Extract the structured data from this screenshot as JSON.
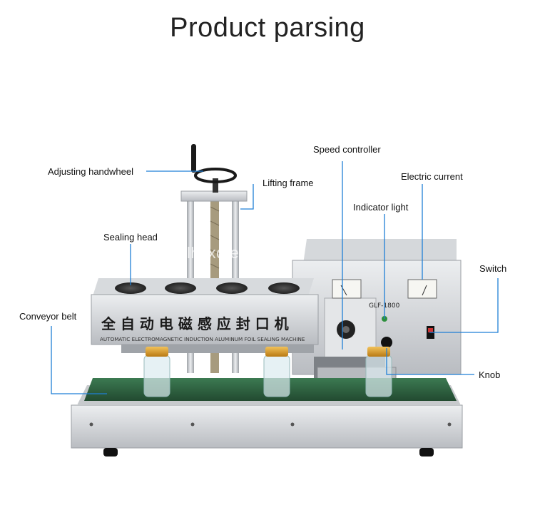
{
  "title": "Product parsing",
  "watermark": "lhsxd.en.com",
  "callouts": {
    "adjusting_handwheel": "Adjusting handwheel",
    "lifting_frame": "Lifting frame",
    "sealing_head": "Sealing head",
    "conveyor_belt": "Conveyor belt",
    "speed_controller": "Speed controller",
    "indicator_light": "Indicator light",
    "electric_current": "Electric current",
    "switch": "Switch",
    "knob": "Knob"
  },
  "machine": {
    "name_cn": "全 自 动 电 磁 感 应 封 口 机",
    "name_en": "AUTOMATIC ELECTROMAGNETIC INDUCTION ALUMINUM FOIL SEALING MACHINE",
    "model": "GLF-1800"
  },
  "colors": {
    "callout_line": "#1f7fd6",
    "steel": "#c9ccd0",
    "belt": "#2e5e3e",
    "cap": "#d89a2a"
  }
}
